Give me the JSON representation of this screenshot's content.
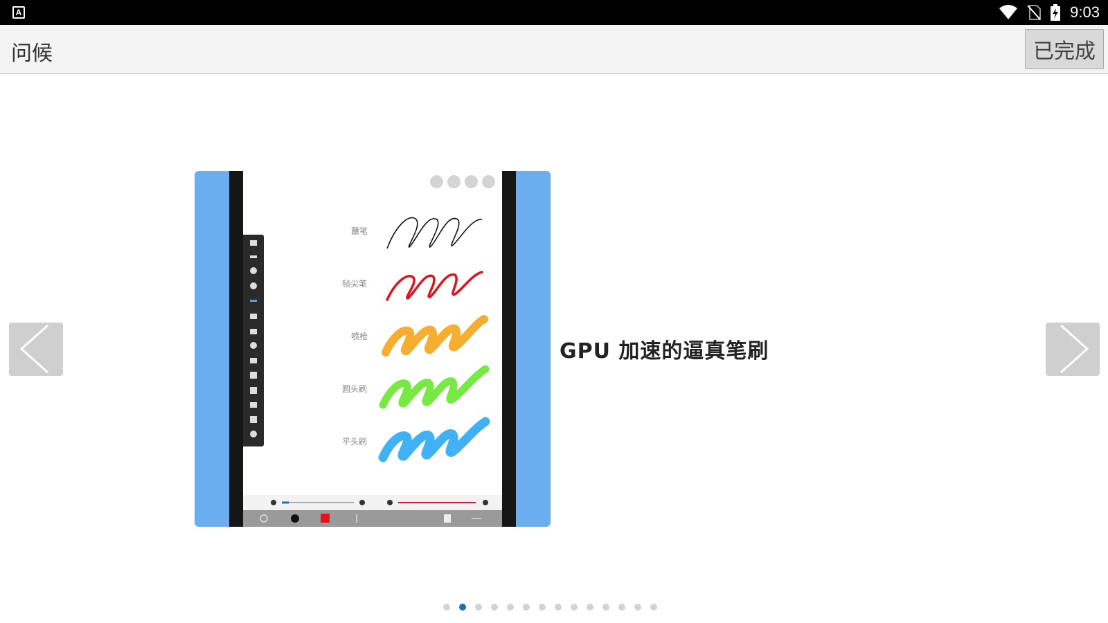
{
  "status_bar": {
    "time": "9:03",
    "app_icon_letter": "A"
  },
  "action_bar": {
    "title": "问候",
    "done_label": "已完成"
  },
  "slide": {
    "caption": "GPU 加速的逼真笔刷",
    "brushes": [
      {
        "label": "蘸笔",
        "color": "#111111"
      },
      {
        "label": "毡尖笔",
        "color": "#e5121b"
      },
      {
        "label": "喷枪",
        "color": "#f5a00c"
      },
      {
        "label": "圆头刷",
        "color": "#5ee622"
      },
      {
        "label": "平头刷",
        "color": "#1ea5f2"
      }
    ]
  },
  "pagination": {
    "total": 14,
    "active_index": 1
  },
  "colors": {
    "slide_background": "#6aaef0",
    "active_dot": "#1e73b8",
    "inactive_dot": "#d3d3d3"
  }
}
